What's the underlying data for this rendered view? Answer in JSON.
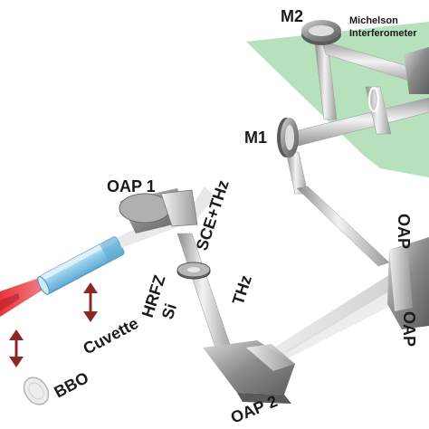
{
  "labels": {
    "m2": "M2",
    "michelson_line1": "Michelson",
    "michelson_line2": "Interferometer",
    "m1": "M1",
    "oap1": "OAP 1",
    "oap_right_top": "OAP",
    "sce_thz": "SCE+THz",
    "hrfz": "HRFZ",
    "si": "Si",
    "thz": "THz",
    "cuvette": "Cuvette",
    "oap_right_bottom": "OAP",
    "bbo": "BBO",
    "oap2": "OAP 2"
  },
  "colors": {
    "interferometer_plane": "#a9dcb0",
    "laser": "#e8323a",
    "arrow": "#8b2a25",
    "cuvette": "#8ec9e8",
    "metal": "#8a8a8a",
    "label": "#1a1a1a"
  }
}
